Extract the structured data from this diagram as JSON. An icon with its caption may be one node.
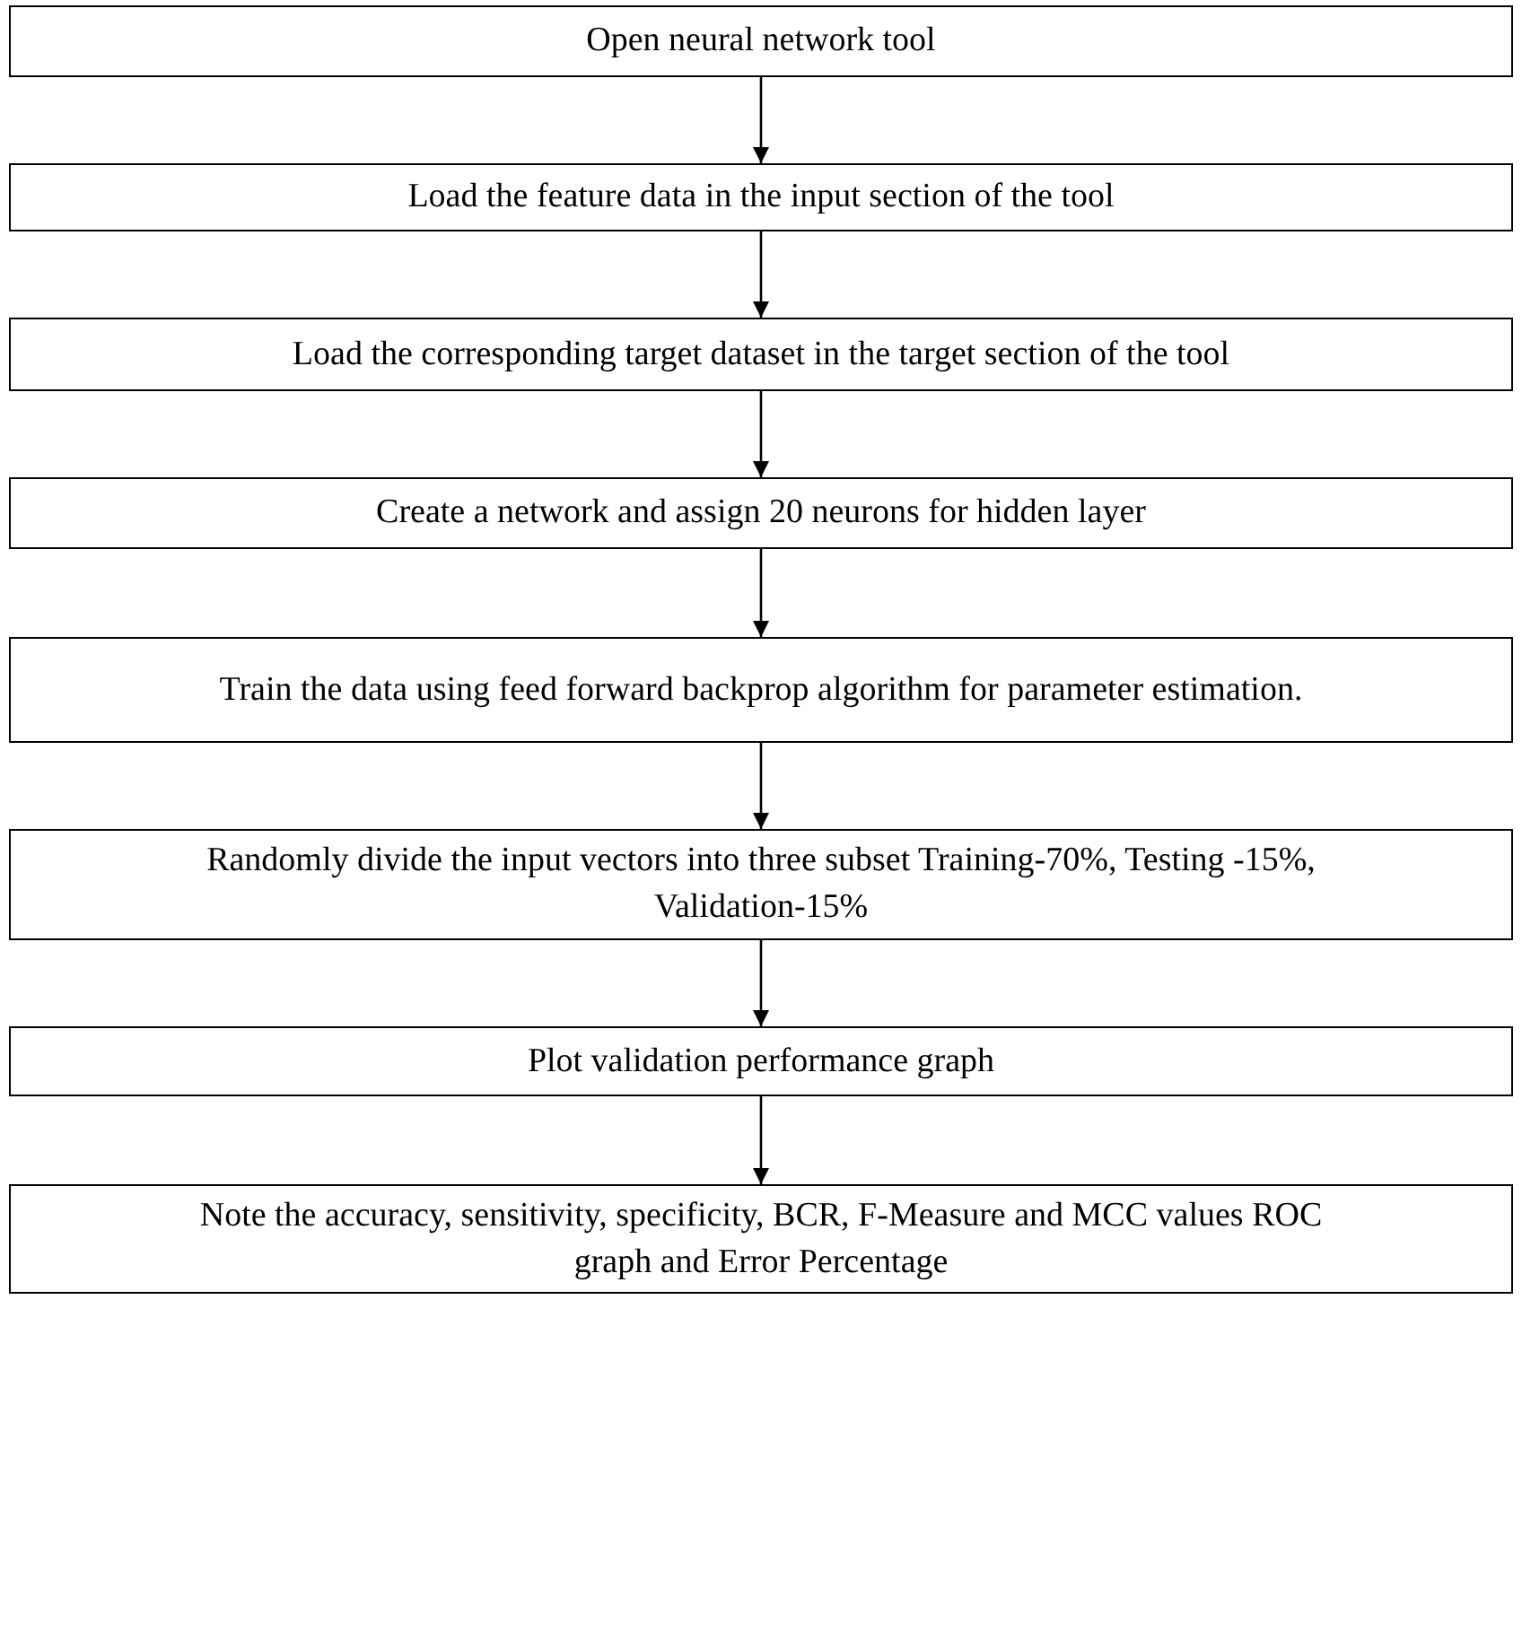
{
  "diagram": {
    "nodes": [
      {
        "text": [
          "Open neural network tool"
        ]
      },
      {
        "text": [
          "Load the feature data in the input section of the tool"
        ]
      },
      {
        "text": [
          "Load the corresponding target dataset in the target section of the tool"
        ]
      },
      {
        "text": [
          "Create a network and assign 20 neurons for hidden layer"
        ]
      },
      {
        "text": [
          "Train the data using feed forward backprop algorithm for parameter estimation."
        ]
      },
      {
        "text": [
          "Randomly divide the input vectors into three subset Training-70%, Testing -15%, Validation-15%"
        ]
      },
      {
        "text": [
          "Plot validation performance graph"
        ]
      },
      {
        "text": [
          "Note the accuracy, sensitivity, specificity, BCR, F-Measure and MCC values ROC graph and Error Percentage"
        ]
      }
    ],
    "edges": [
      {
        "from": 0,
        "to": 1,
        "arrow": "to"
      },
      {
        "from": 1,
        "to": 2,
        "arrow": "to"
      },
      {
        "from": 2,
        "to": 3,
        "arrow": "to"
      },
      {
        "from": 3,
        "to": 4,
        "arrow": "to"
      },
      {
        "from": 4,
        "to": 5,
        "arrow": "to"
      },
      {
        "from": 5,
        "to": 6,
        "arrow": "to"
      },
      {
        "from": 6,
        "to": 7,
        "arrow": "to"
      }
    ]
  }
}
